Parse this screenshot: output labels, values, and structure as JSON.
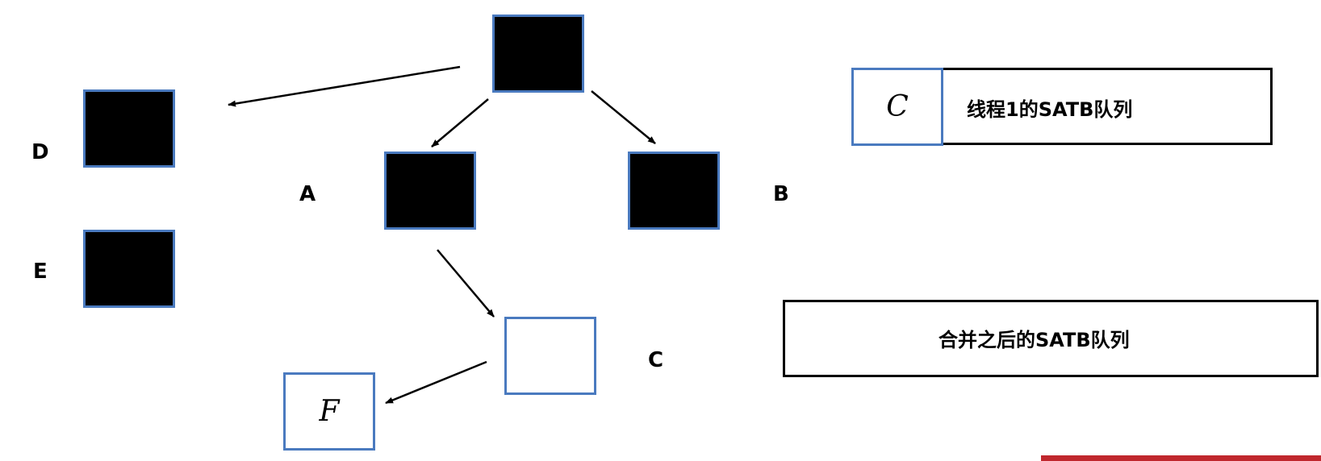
{
  "nodes": {
    "root": {
      "label": ""
    },
    "a": {
      "label": "A"
    },
    "b": {
      "label": "B"
    },
    "c": {
      "label": "C"
    },
    "d": {
      "label": "D"
    },
    "e": {
      "label": "E"
    },
    "f": {
      "label": "F",
      "inner_text": "F"
    }
  },
  "queues": {
    "thread1": {
      "cell_text": "C",
      "title": "线程1的SATB队列"
    },
    "merged": {
      "title": "合并之后的SATB队列"
    }
  },
  "colors": {
    "marked_fill": "#000000",
    "node_border": "#4a7abf",
    "banner": "#c0272d"
  }
}
